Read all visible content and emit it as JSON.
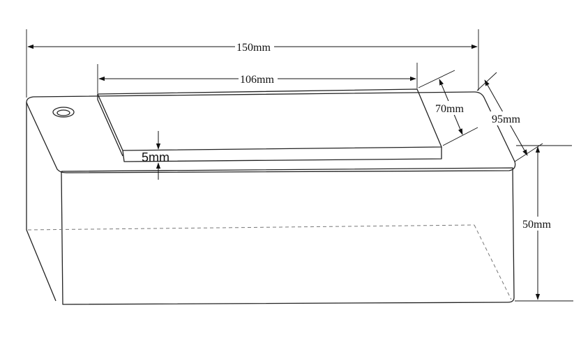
{
  "diagram": {
    "dimensions": {
      "overall_length": "150mm",
      "recess_length": "106mm",
      "recess_width": "70mm",
      "overall_width": "95mm",
      "height": "50mm",
      "recess_depth": "5mm"
    }
  }
}
